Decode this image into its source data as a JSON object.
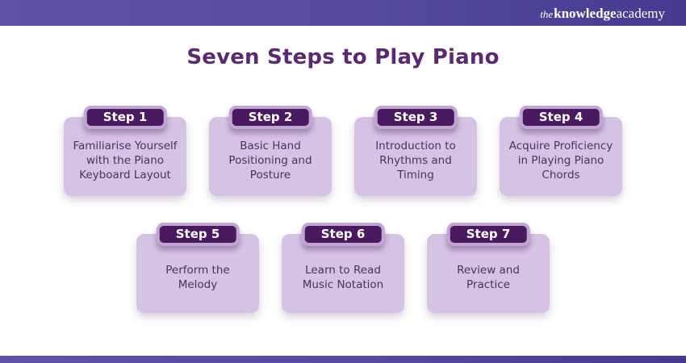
{
  "header": {
    "logo": {
      "the": "the",
      "knowledge": "knowledge",
      "academy": "academy"
    }
  },
  "title": "Seven Steps to Play Piano",
  "steps": [
    {
      "label": "Step 1",
      "text": "Familiarise Yourself\nwith the Piano\nKeyboard Layout"
    },
    {
      "label": "Step 2",
      "text": "Basic Hand\nPositioning and\nPosture"
    },
    {
      "label": "Step 3",
      "text": "Introduction to\nRhythms and\nTiming"
    },
    {
      "label": "Step 4",
      "text": "Acquire Proficiency\nin Playing Piano\nChords"
    },
    {
      "label": "Step 5",
      "text": "Perform the\nMelody"
    },
    {
      "label": "Step 6",
      "text": "Learn to Read\nMusic Notation"
    },
    {
      "label": "Step 7",
      "text": "Review and\nPractice"
    }
  ],
  "colors": {
    "header_gradient_left": "#5f52a8",
    "header_gradient_right": "#453a8e",
    "title_text": "#5b2b6f",
    "card_background": "#d5c3e3",
    "card_text": "#4e3060",
    "badge_background": "#4a1a5f",
    "badge_ring": "#c1a5d2",
    "badge_text": "#ffffff"
  }
}
